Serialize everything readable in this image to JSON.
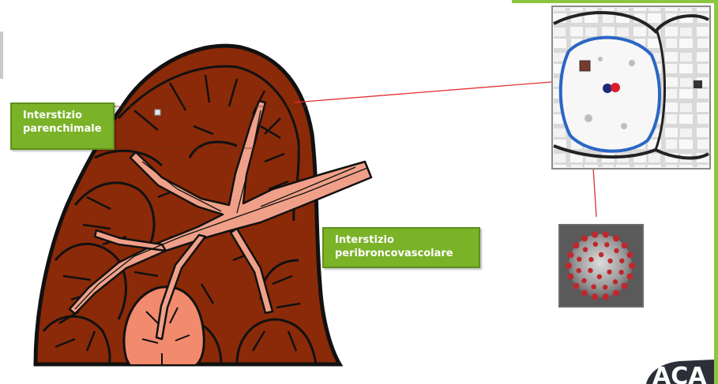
{
  "labels": {
    "parenchymal": [
      "Interstizio",
      "parenchimale"
    ],
    "peribronchovascular": [
      "Interstizio",
      "peribroncovascolare"
    ]
  },
  "logo": {
    "text": "ACA"
  },
  "colors": {
    "lung_fill": "#8b2a08",
    "airway_fill": "#f0a088",
    "lower_lobe_fill": "#f28a6e",
    "label_green": "#7ab228",
    "accent_green": "#8cc63f",
    "pointer_red": "#e03030",
    "alveolus_outline": "#2a66c4"
  }
}
